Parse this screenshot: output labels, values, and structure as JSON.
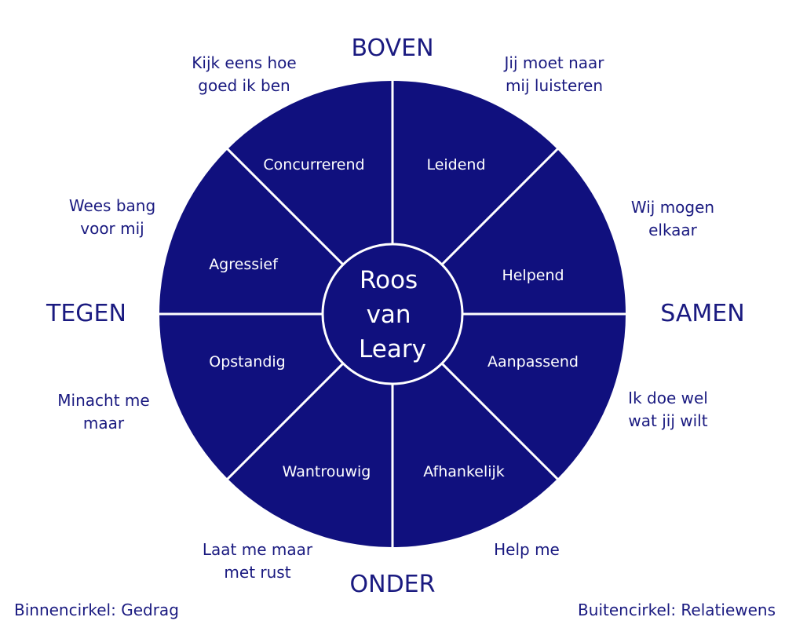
{
  "diagram": {
    "center_lines": [
      "Roos",
      "van",
      "Leary"
    ],
    "axes": {
      "top": "BOVEN",
      "bottom": "ONDER",
      "left": "TEGEN",
      "right": "SAMEN"
    },
    "segments": [
      {
        "label": "Leidend",
        "need_lines": [
          "Jij moet naar",
          "mij luisteren"
        ]
      },
      {
        "label": "Helpend",
        "need_lines": [
          "Wij mogen",
          "elkaar"
        ]
      },
      {
        "label": "Aanpassend",
        "need_lines": [
          "Ik doe wel",
          "wat jij wilt"
        ]
      },
      {
        "label": "Afhankelijk",
        "need_lines": [
          "Help me"
        ]
      },
      {
        "label": "Wantrouwig",
        "need_lines": [
          "Laat me maar",
          "met rust"
        ]
      },
      {
        "label": "Opstandig",
        "need_lines": [
          "Minacht me",
          "maar"
        ]
      },
      {
        "label": "Agressief",
        "need_lines": [
          "Wees bang",
          "voor mij"
        ]
      },
      {
        "label": "Concurrerend",
        "need_lines": [
          "Kijk eens hoe",
          "goed ik ben"
        ]
      }
    ],
    "legend": {
      "inner": "Binnencirkel: Gedrag",
      "outer": "Buitencirkel: Relatiewens"
    },
    "colors": {
      "fill": "#10107e",
      "text_dark": "#1a1a80",
      "text_light": "#ffffff",
      "divider": "#ffffff"
    }
  }
}
